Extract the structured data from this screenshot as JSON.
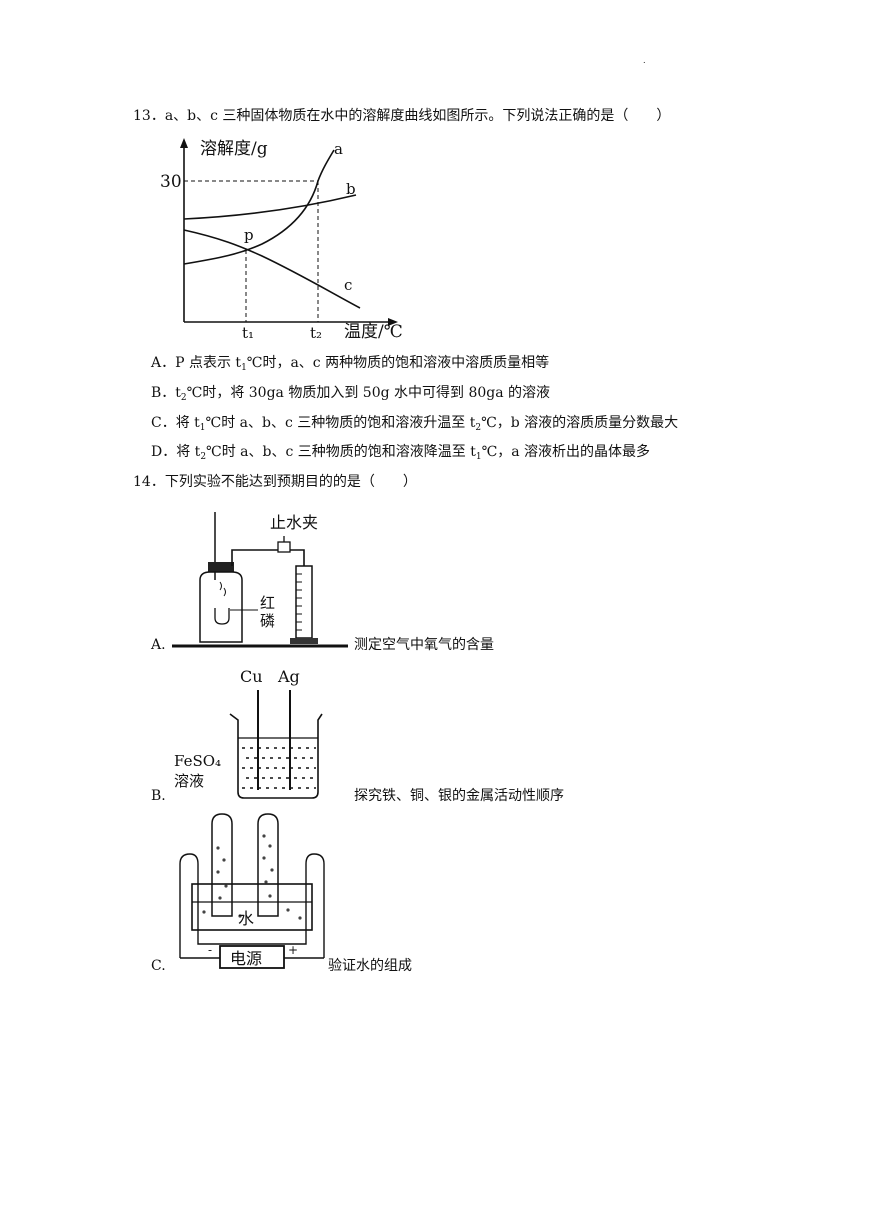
{
  "header_dot": ".",
  "q13": {
    "stem": "13．a、b、c 三种固体物质在水中的溶解度曲线如图所示。下列说法正确的是（　　）",
    "chart": {
      "ylabel": "溶解度/g",
      "xlabel": "温度/℃",
      "y_tick": "30",
      "x_ticks": [
        "t₁",
        "t₂"
      ],
      "curve_labels": [
        "a",
        "b",
        "c"
      ],
      "point_label": "p"
    },
    "options": {
      "A": {
        "pre": "A．P 点表示 t",
        "sub": "1",
        "post": "℃时，a、c 两种物质的饱和溶液中溶质质量相等"
      },
      "B": {
        "pre": "B．t",
        "sub": "2",
        "post": "℃时，将 30ga 物质加入到 50g 水中可得到 80ga 的溶液"
      },
      "C": {
        "pre": "C．将 t",
        "sub": "1",
        "mid": "℃时 a、b、c 三种物质的饱和溶液升温至 t",
        "sub2": "2",
        "post": "℃，b 溶液的溶质质量分数最大"
      },
      "D": {
        "pre": "D．将 t",
        "sub": "2",
        "mid": "℃时 a、b、c 三种物质的饱和溶液降温至 t",
        "sub2": "1",
        "post": "℃，a 溶液析出的晶体最多"
      }
    }
  },
  "q14": {
    "stem": "14．下列实验不能达到预期目的的是（　　）",
    "options": [
      {
        "letter": "A.",
        "text": "测定空气中氧气的含量",
        "labels": [
          "止水夹",
          "红",
          "磷"
        ]
      },
      {
        "letter": "B.",
        "text": "探究铁、铜、银的金属活动性顺序",
        "labels": [
          "Cu",
          "Ag",
          "FeSO₄",
          "溶液"
        ]
      },
      {
        "letter": "C.",
        "text": "验证水的组成",
        "labels": [
          "水",
          "电源",
          "-",
          "+"
        ]
      }
    ]
  }
}
